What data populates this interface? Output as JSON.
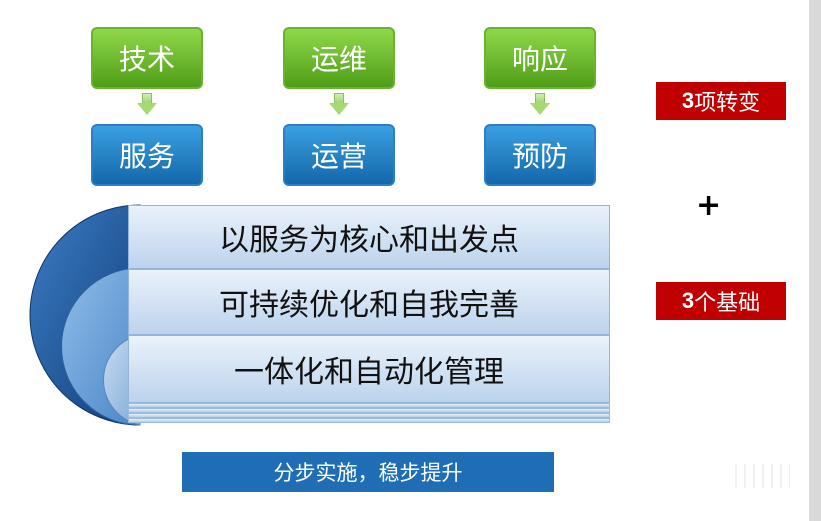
{
  "top_row": [
    {
      "from": "技术",
      "to": "服务"
    },
    {
      "from": "运维",
      "to": "运营"
    },
    {
      "from": "响应",
      "to": "预防"
    }
  ],
  "changes_tag": {
    "number": "3",
    "text": "项转变"
  },
  "plus_sign": "+",
  "foundations_tag": {
    "number": "3",
    "text": "个基础"
  },
  "layers": [
    "以服务为核心和出发点",
    "可持续优化和自我完善",
    "一体化和自动化管理"
  ],
  "slogan": "分步实施，稳步提升",
  "colors": {
    "green": "#5aaa1e",
    "blue": "#1e73b8",
    "tag_red": "#c00000",
    "bar_blue": "#1f6db4"
  }
}
